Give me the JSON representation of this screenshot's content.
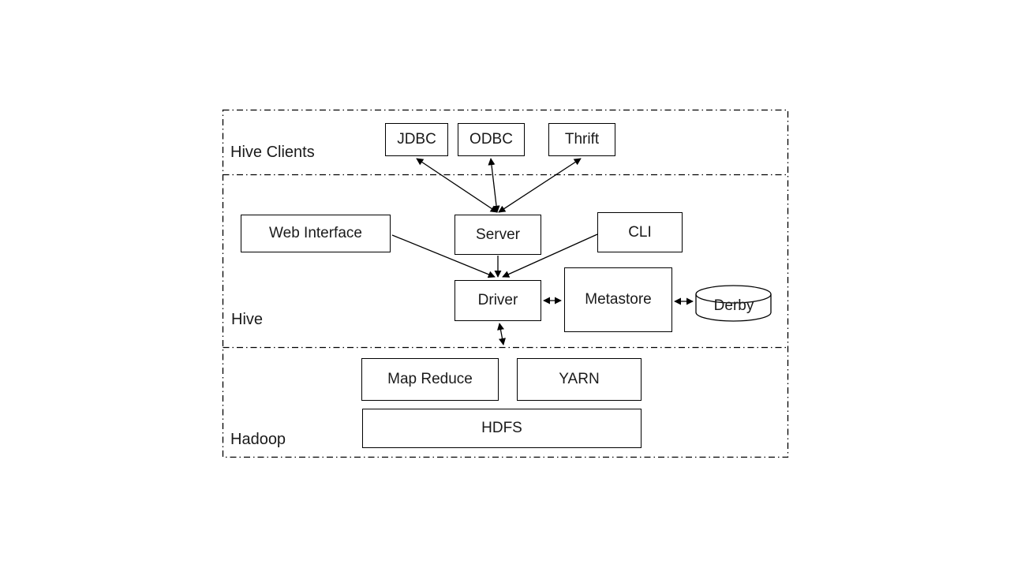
{
  "sections": {
    "hive_clients": "Hive Clients",
    "hive": "Hive",
    "hadoop": "Hadoop"
  },
  "nodes": {
    "jdbc": "JDBC",
    "odbc": "ODBC",
    "thrift": "Thrift",
    "web_interface": "Web Interface",
    "server": "Server",
    "cli": "CLI",
    "driver": "Driver",
    "metastore": "Metastore",
    "derby": "Derby",
    "map_reduce": "Map Reduce",
    "yarn": "YARN",
    "hdfs": "HDFS"
  },
  "edges": [
    {
      "from": "server",
      "to": "jdbc",
      "direction": "bidirectional"
    },
    {
      "from": "server",
      "to": "odbc",
      "direction": "bidirectional"
    },
    {
      "from": "server",
      "to": "thrift",
      "direction": "bidirectional"
    },
    {
      "from": "web_interface",
      "to": "driver",
      "direction": "one-way"
    },
    {
      "from": "server",
      "to": "driver",
      "direction": "one-way"
    },
    {
      "from": "cli",
      "to": "driver",
      "direction": "one-way"
    },
    {
      "from": "driver",
      "to": "metastore",
      "direction": "bidirectional"
    },
    {
      "from": "metastore",
      "to": "derby",
      "direction": "bidirectional"
    },
    {
      "from": "driver",
      "to": "hadoop",
      "direction": "bidirectional"
    }
  ],
  "colors": {
    "stroke": "#000000",
    "background": "#ffffff",
    "box_fill": "#ffffff"
  }
}
